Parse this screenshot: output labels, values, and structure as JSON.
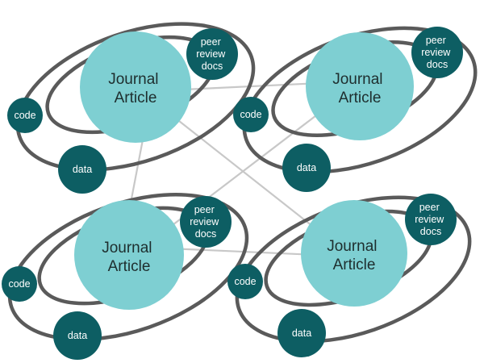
{
  "clusters": [
    {
      "article_lines": [
        "Journal",
        "Article"
      ],
      "peer_lines": [
        "peer",
        "review",
        "docs"
      ],
      "code": "code",
      "data": "data"
    },
    {
      "article_lines": [
        "Journal",
        "Article"
      ],
      "peer_lines": [
        "peer",
        "review",
        "docs"
      ],
      "code": "code",
      "data": "data"
    },
    {
      "article_lines": [
        "Journal",
        "Article"
      ],
      "peer_lines": [
        "peer",
        "review",
        "docs"
      ],
      "code": "code",
      "data": "data"
    },
    {
      "article_lines": [
        "Journal",
        "Article"
      ],
      "peer_lines": [
        "peer",
        "review",
        "docs"
      ],
      "code": "code",
      "data": "data"
    }
  ],
  "colors": {
    "article_fill": "#7ecfd2",
    "satellite_fill": "#0d5e63",
    "orbit_stroke": "#5a5a5a",
    "connector_stroke": "#c8c8c8"
  }
}
